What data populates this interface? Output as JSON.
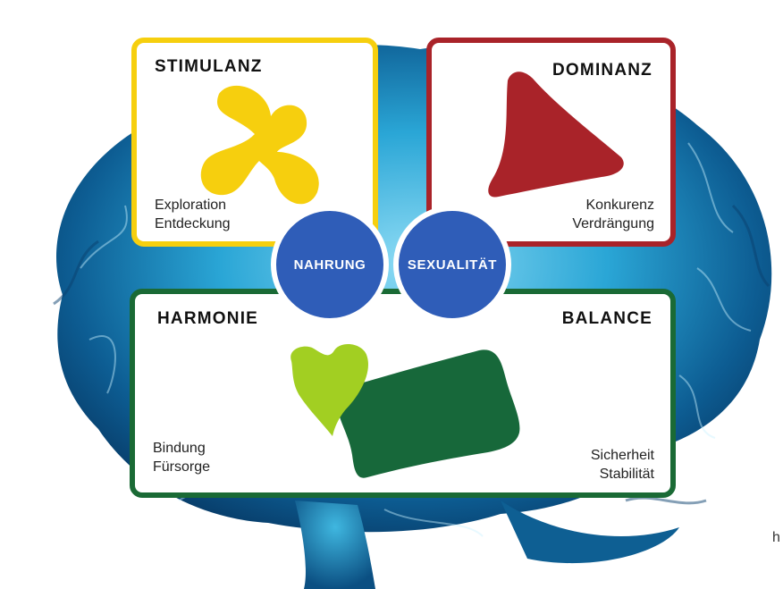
{
  "quadrants": {
    "stimulanz": {
      "title": "STIMULANZ",
      "line1": "Exploration",
      "line2": "Entdeckung",
      "color": "#f6cf0e"
    },
    "dominanz": {
      "title": "DOMINANZ",
      "line1": "Konkurenz",
      "line2": "Verdrängung",
      "color": "#a92329"
    },
    "harmonie": {
      "title": "HARMONIE",
      "line1": "Bindung",
      "line2": "Fürsorge",
      "color": "#1a6a35"
    },
    "balance": {
      "title": "BALANCE",
      "line1": "Sicherheit",
      "line2": "Stabilität"
    }
  },
  "circles": {
    "nahrung": "NAHRUNG",
    "sexualitaet": "SEXUALITÄT",
    "color": "#2f5db8"
  },
  "shape_colors": {
    "yellow": "#f6cf0e",
    "red": "#a92329",
    "light_green": "#a2cf22",
    "dark_green": "#17683a"
  },
  "edge_text": "h"
}
